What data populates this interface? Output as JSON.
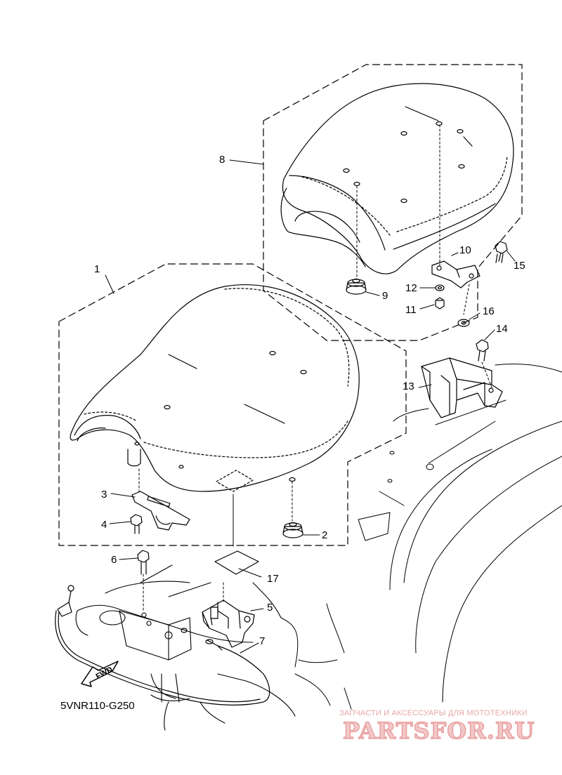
{
  "diagram": {
    "drawing_code": "5VNR110-G250",
    "direction_marker": "FWD",
    "part_callouts": {
      "p1": "1",
      "p2": "2",
      "p3": "3",
      "p4": "4",
      "p5": "5",
      "p6": "6",
      "p7": "7",
      "p8": "8",
      "p9": "9",
      "p10": "10",
      "p11": "11",
      "p12": "12",
      "p13": "13",
      "p14": "14",
      "p15": "15",
      "p16": "16",
      "p17": "17"
    }
  },
  "watermark": {
    "tagline": "ЗАПЧАСТИ И АКСЕССУАРЫ ДЛЯ МОТОТЕХНИКИ",
    "logo_text": "PARTSFOR.RU"
  }
}
